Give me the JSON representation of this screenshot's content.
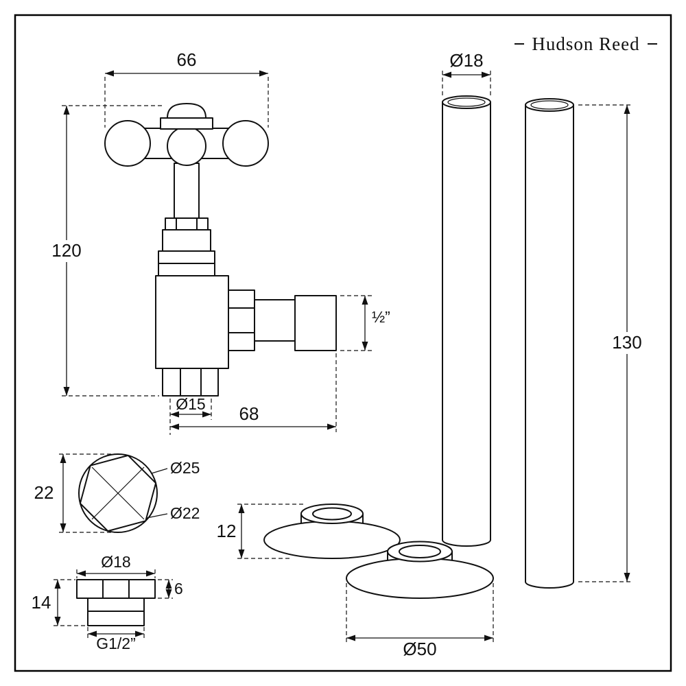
{
  "brand": {
    "name": "Hudson Reed"
  },
  "colors": {
    "line": "#111111",
    "background": "#ffffff"
  },
  "valve": {
    "handle_width": "66",
    "total_height": "120",
    "outlet_size": "½”",
    "inlet_diameter": "Ø15",
    "total_depth": "68"
  },
  "pipes": {
    "diameter": "Ø18",
    "length": "130"
  },
  "nut_top_view": {
    "across_flats": "22",
    "outer_diameter": "Ø25",
    "inner_diameter": "Ø22"
  },
  "adapter": {
    "head_diameter": "Ø18",
    "head_height": "6",
    "total_height": "14",
    "thread": "G1/2”"
  },
  "collars": {
    "height": "12",
    "diameter": "Ø50"
  }
}
